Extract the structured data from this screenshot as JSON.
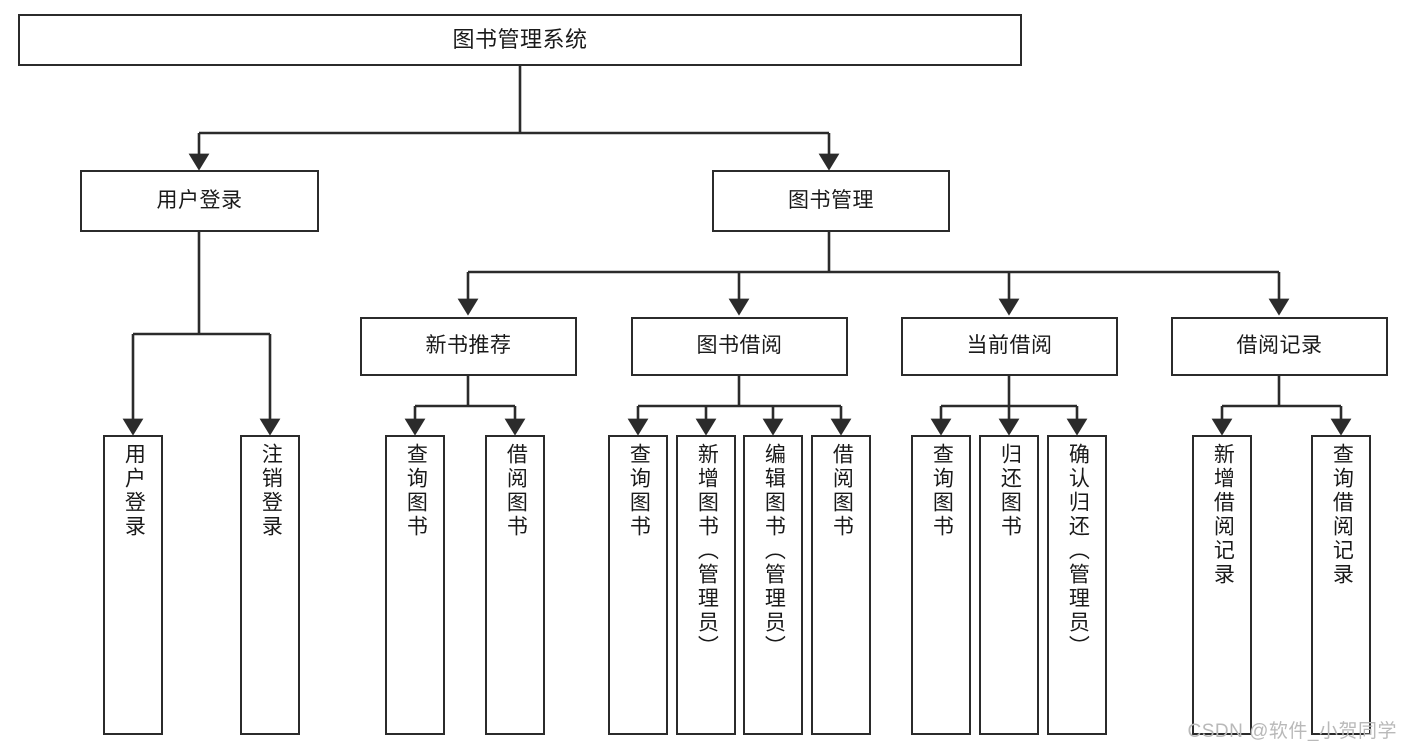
{
  "diagram": {
    "title": "图书管理系统",
    "type": "tree-hierarchy",
    "colors": {
      "background": "#ffffff",
      "box_fill": "#ffffff",
      "box_border": "#2b2b2b",
      "connector": "#2b2b2b",
      "text": "#1a1a1a",
      "watermark": "#b9b9b9"
    }
  },
  "root": {
    "label": "图书管理系统"
  },
  "level1": [
    {
      "label": "用户登录"
    },
    {
      "label": "图书管理"
    }
  ],
  "level2": [
    {
      "label": "新书推荐"
    },
    {
      "label": "图书借阅"
    },
    {
      "label": "当前借阅"
    },
    {
      "label": "借阅记录"
    }
  ],
  "leaves": {
    "user_login": [
      {
        "label": "用户登录"
      },
      {
        "label": "注销登录"
      }
    ],
    "new_book_recommend": [
      {
        "label": "查询图书"
      },
      {
        "label": "借阅图书"
      }
    ],
    "book_borrow": [
      {
        "label": "查询图书"
      },
      {
        "label": "新增图书（管理员）"
      },
      {
        "label": "编辑图书（管理员）"
      },
      {
        "label": "借阅图书"
      }
    ],
    "current_borrow": [
      {
        "label": "查询图书"
      },
      {
        "label": "归还图书"
      },
      {
        "label": "确认归还（管理员）"
      }
    ],
    "borrow_record": [
      {
        "label": "新增借阅记录"
      },
      {
        "label": "查询借阅记录"
      }
    ]
  },
  "watermark": {
    "text": "CSDN @软件_小贺同学"
  }
}
